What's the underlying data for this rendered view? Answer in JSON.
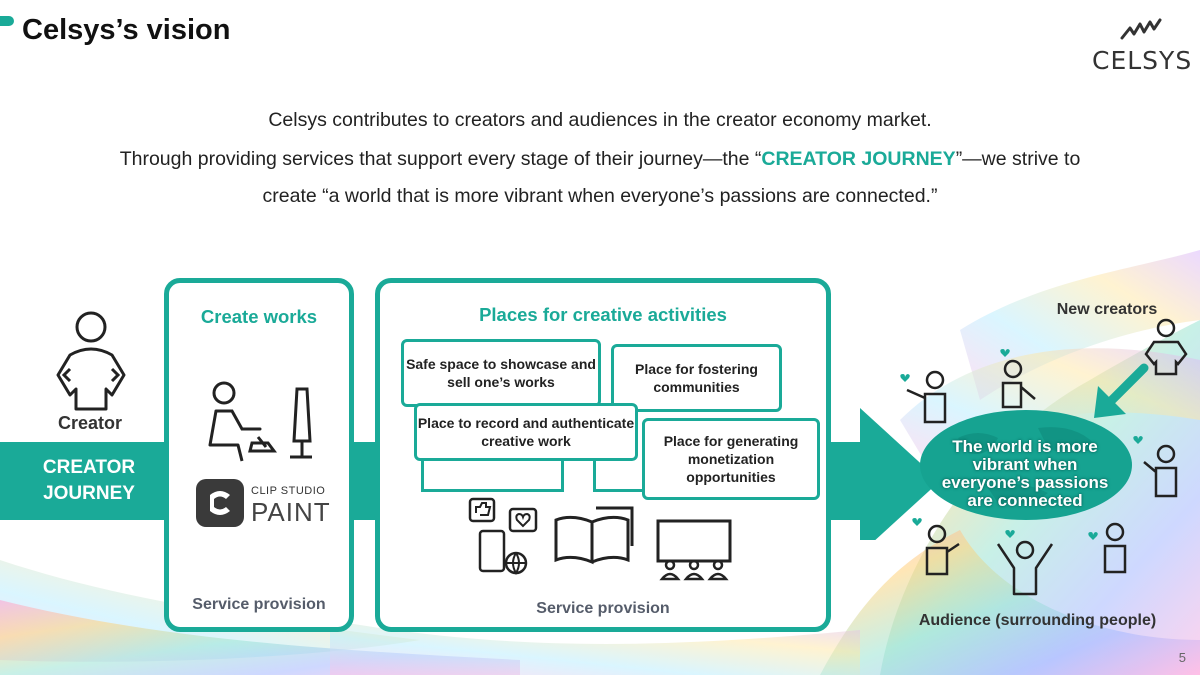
{
  "page": {
    "title": "Celsys’s vision",
    "page_number": "5"
  },
  "logo": {
    "text": "CELSYS"
  },
  "intro": {
    "line1": "Celsys contributes to creators and audiences in the creator economy market.",
    "line2_pre": "Through providing services that support every stage of  their journey—the “",
    "line2_highlight": "CREATOR JOURNEY",
    "line2_post": "”—we strive to",
    "line3": "create “a world that is more vibrant when everyone’s passions are connected.”"
  },
  "creator": {
    "label": "Creator"
  },
  "journey": {
    "label": "CREATOR JOURNEY"
  },
  "create_panel": {
    "title": "Create works",
    "app_line1": "CLIP STUDIO",
    "app_line2": "PAINT",
    "service": "Service provision"
  },
  "places_panel": {
    "title": "Places for creative activities",
    "boxes": [
      "Safe space to showcase and sell one’s works",
      "Place for fostering communities",
      "Place to record and authenticate creative work",
      "Place for generating monetization opportunities"
    ],
    "service": "Service provision"
  },
  "world": {
    "text": "The world is more vibrant when everyone’s passions are connected",
    "new_creators": "New creators",
    "audience": "Audience (surrounding people)"
  },
  "colors": {
    "accent": "#1aaa98",
    "dark_accent": "#0f8f80",
    "text": "#222222"
  }
}
